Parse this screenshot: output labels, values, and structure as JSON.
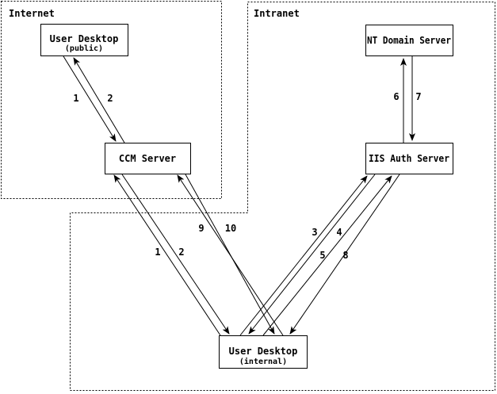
{
  "zones": [
    {
      "label": "Internet"
    },
    {
      "label": "Intranet"
    }
  ],
  "nodes": [
    {
      "id": "user-desktop-public",
      "title": "User Desktop",
      "subtitle": "(public)"
    },
    {
      "id": "ccm-server",
      "title": "CCM Server"
    },
    {
      "id": "nt-domain-server",
      "title": "NT Domain Server"
    },
    {
      "id": "iis-auth-server",
      "title": "IIS Auth Server"
    },
    {
      "id": "user-desktop-internal",
      "title": "User Desktop",
      "subtitle": "(internal)"
    }
  ],
  "edges": [
    {
      "label": "1",
      "from": "user-desktop-public",
      "to": "ccm-server"
    },
    {
      "label": "2",
      "from": "ccm-server",
      "to": "user-desktop-public"
    },
    {
      "label": "1",
      "from": "user-desktop-internal",
      "to": "ccm-server"
    },
    {
      "label": "2",
      "from": "ccm-server",
      "to": "user-desktop-internal"
    },
    {
      "label": "3",
      "from": "user-desktop-internal",
      "to": "iis-auth-server"
    },
    {
      "label": "4",
      "from": "iis-auth-server",
      "to": "user-desktop-internal"
    },
    {
      "label": "5",
      "from": "user-desktop-internal",
      "to": "iis-auth-server"
    },
    {
      "label": "6",
      "from": "iis-auth-server",
      "to": "nt-domain-server"
    },
    {
      "label": "7",
      "from": "nt-domain-server",
      "to": "iis-auth-server"
    },
    {
      "label": "8",
      "from": "iis-auth-server",
      "to": "user-desktop-internal"
    },
    {
      "label": "9",
      "from": "user-desktop-internal",
      "to": "ccm-server"
    },
    {
      "label": "10",
      "from": "ccm-server",
      "to": "user-desktop-internal"
    }
  ],
  "colors": {
    "ink": "#000000",
    "background": "#ffffff"
  }
}
